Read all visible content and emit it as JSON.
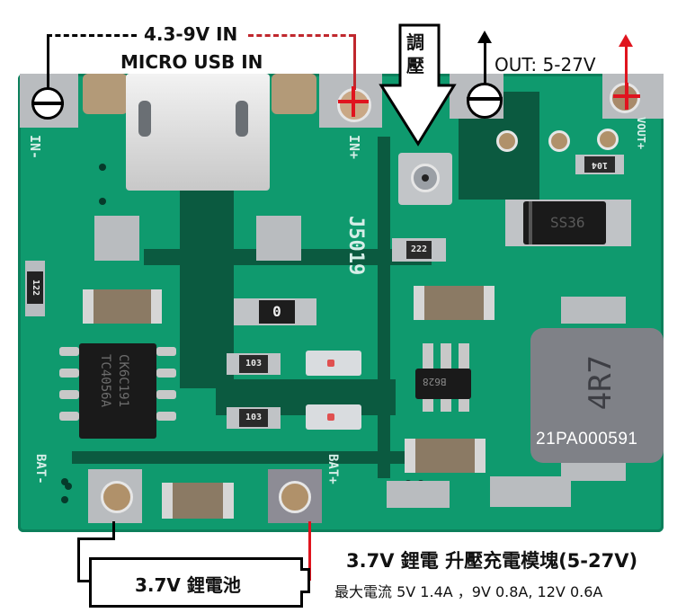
{
  "annotations": {
    "input_voltage": "4.3-9V IN",
    "input_connector": "MICRO USB IN",
    "adjust_label_line1": "調",
    "adjust_label_line2": "壓",
    "output_label": "OUT: 5-27V",
    "battery_label": "3.7V 鋰電池",
    "title": "3.7V 鋰電 升壓充電模塊(5-27V)",
    "max_current": "最大電流 5V 1.4A ，9V 0.8A, 12V 0.6A",
    "serial": "21PA000591"
  },
  "silkscreen": {
    "in_minus": "IN-",
    "in_plus": "IN+",
    "board_id": "J5019",
    "bat_minus": "BAT-",
    "bat_plus": "BAT+",
    "vout_plus": "VOUT+"
  },
  "components": {
    "charger_ic": {
      "line1": "TC4056A",
      "line2": "CK6C191"
    },
    "diode": "SS36",
    "inductor": "4R7",
    "res_122": "122",
    "res_0": "0",
    "res_103a": "103",
    "res_103b": "103",
    "res_222": "222",
    "res_104": "104",
    "boost_ic": "B628"
  },
  "colors": {
    "pcb_green": "#0f9a6e",
    "positive_red": "#e0141e",
    "negative_black": "#000000"
  }
}
